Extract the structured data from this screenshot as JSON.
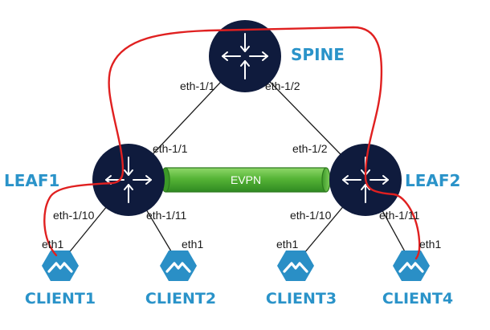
{
  "colors": {
    "node_fill": "#0f1b3d",
    "label_blue": "#2a93c9",
    "client_fill": "#2a8fc6",
    "link_line": "#1a1a1a",
    "path_red": "#e02020",
    "evpn_green": "#56b436",
    "evpn_dark": "#2d7a1e"
  },
  "nodes": {
    "spine": {
      "label": "SPINE",
      "icon": "router-icon"
    },
    "leaf1": {
      "label": "LEAF1",
      "icon": "router-icon"
    },
    "leaf2": {
      "label": "LEAF2",
      "icon": "router-icon"
    }
  },
  "clients": [
    {
      "label": "CLIENT1",
      "port": "eth1",
      "icon": "host-icon"
    },
    {
      "label": "CLIENT2",
      "port": "eth1",
      "icon": "host-icon"
    },
    {
      "label": "CLIENT3",
      "port": "eth1",
      "icon": "host-icon"
    },
    {
      "label": "CLIENT4",
      "port": "eth1",
      "icon": "host-icon"
    }
  ],
  "ports": {
    "spine_to_leaf1": "eth-1/1",
    "spine_to_leaf2": "eth-1/2",
    "leaf1_uplink": "eth-1/1",
    "leaf2_uplink": "eth-1/2",
    "leaf1_client1": "eth-1/10",
    "leaf1_client2": "eth-1/11",
    "leaf2_client3": "eth-1/10",
    "leaf2_client4": "eth-1/11"
  },
  "tunnel": {
    "label": "EVPN"
  }
}
